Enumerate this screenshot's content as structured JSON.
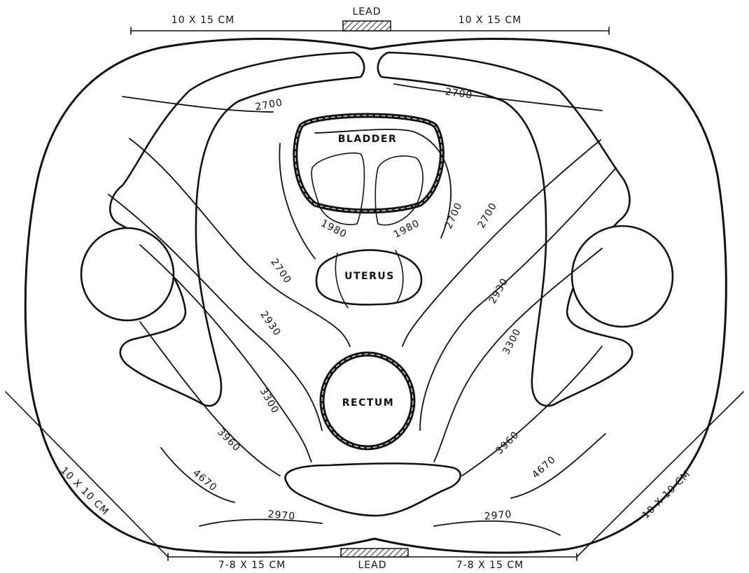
{
  "fields": {
    "top_left": "10 X 15 CM",
    "top_right": "10 X 15 CM",
    "top_lead": "LEAD",
    "bottom_left": "7-8 X 15 CM",
    "bottom_right": "7-8 X 15 CM",
    "bottom_lead": "LEAD",
    "side_left": "10 X 10 CM",
    "side_right": "10 X 10 CM"
  },
  "organs": {
    "bladder": "BLADDER",
    "uterus": "UTERUS",
    "rectum": "RECTUM"
  },
  "isodose_labels": {
    "upper_left_2700": "2700",
    "upper_right_2700": "2700",
    "bladder_left_1980": "1980",
    "bladder_right_1980": "1980",
    "bladder_side_2700": "2700",
    "mid_right_2700": "2700",
    "mid_left_2700": "2700",
    "left_2930": "2930",
    "right_2930": "2930",
    "left_3300": "3300",
    "right_3300": "3300",
    "left_3960": "3960",
    "right_3960": "3960",
    "left_4670": "4670",
    "right_4670": "4670",
    "bottom_left_2970": "2970",
    "bottom_right_2970": "2970"
  }
}
